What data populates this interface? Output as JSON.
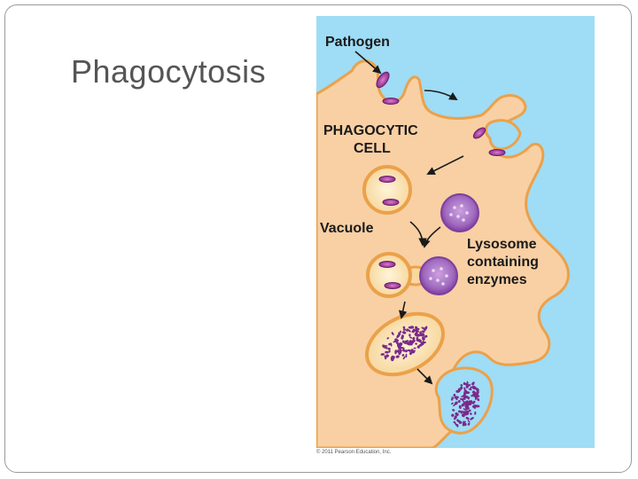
{
  "slide": {
    "title": "Phagocytosis",
    "credit": "© 2011 Pearson Education, Inc."
  },
  "diagram": {
    "labels": {
      "pathogen": "Pathogen",
      "phagocytic_cell_line1": "PHAGOCYTIC",
      "phagocytic_cell_line2": "CELL",
      "vacuole": "Vacuole",
      "lysosome_line1": "Lysosome",
      "lysosome_line2": "containing",
      "lysosome_line3": "enzymes"
    },
    "colors": {
      "background": "#9fdcf5",
      "cell_cytoplasm": "#f8d0a4",
      "cell_membrane": "#eba14a",
      "pathogen": "#8b2f8a",
      "lysosome": "#9a5ab0",
      "debris": "#7a2a8a"
    }
  }
}
